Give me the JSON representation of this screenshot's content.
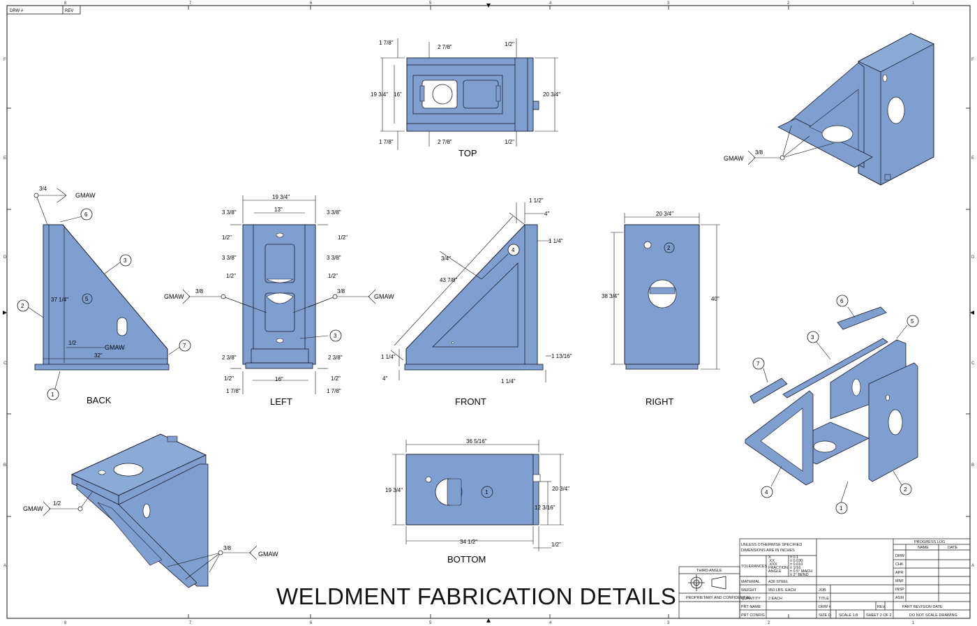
{
  "drawing_title": "WELDMENT FABRICATION DETAILS",
  "header_cells": {
    "drw": "DRW #",
    "rev": "REV"
  },
  "zones": {
    "columns": [
      "8",
      "7",
      "6",
      "5",
      "4",
      "3",
      "2",
      "1"
    ],
    "rows": [
      "F",
      "E",
      "D",
      "C",
      "B",
      "A"
    ]
  },
  "views": {
    "top": "TOP",
    "back": "BACK",
    "left": "LEFT",
    "front": "FRONT",
    "right": "RIGHT",
    "bottom": "BOTTOM"
  },
  "weld_callouts": {
    "process": "GMAW",
    "size_3_4": "3/4",
    "size_1_2": "1/2",
    "size_3_8": "3/8"
  },
  "balloons": [
    "1",
    "2",
    "3",
    "4",
    "5",
    "6",
    "7"
  ],
  "dims_top": {
    "a": "1 7/8\"",
    "b": "2 7/8\"",
    "c": "1/2\"",
    "d": "19 3/4\"",
    "e": "16\"",
    "f": "20 3/4\""
  },
  "dims_back": {
    "height": "37 1/4\"",
    "width": "32\""
  },
  "dims_left": {
    "top": "19 3/4\"",
    "inner": "13\"",
    "side": "3 3/8\"",
    "half": "1/2\"",
    "bottom": "16\"",
    "low": "2 3/8\"",
    "foot": "1 7/8\""
  },
  "dims_front": {
    "top": "1 1/2\"",
    "four": "4\"",
    "q": "1 1/4\"",
    "diag": "43 7/8\"",
    "three_q": "3/4\"",
    "right": "1 13/16\""
  },
  "dims_right": {
    "width": "20 3/4\"",
    "height_a": "38 3/4\"",
    "height_b": "40\""
  },
  "dims_bottom": {
    "top": "36 5/16\"",
    "left": "19 3/4\"",
    "right": "20 3/4\"",
    "inner": "12 3/16\"",
    "bottom": "34 1/2\"",
    "half": "1/2\""
  },
  "title_block": {
    "unless_line1": "UNLESS OTHERWISE SPECIFIED",
    "unless_line2": "DIMENSIONS ARE IN INCHES",
    "tolerances_label": "TOLERANCES",
    "tol_keys": [
      "X",
      ".XX",
      ".XXX",
      "FRACTION",
      "ANGLE"
    ],
    "tol_vals": [
      "± 0.1",
      "± 0.030",
      "± 0.010",
      "± 1/16",
      "± 0.5° MACH",
      "± 2° BEND"
    ],
    "third_angle": "THIRD ANGLE",
    "proprietary": "PROPRIETARY AND CONFIDENTIAL",
    "material_label": "MATERIAL",
    "material_value": "A36 STEEL",
    "weight_label": "WEIGHT",
    "weight_value": "950 LBS. EACH",
    "quantity_label": "QUANTITY",
    "quantity_value": "2 EACH",
    "prt_name": "PRT NAME",
    "prt_config": "PRT CONFIG",
    "job": "JOB",
    "title": "TITLE",
    "drw": "DRW #",
    "rev": "REV",
    "size_label": "SIZE",
    "size_value": "D",
    "scale": "SCALE 1:8",
    "sheet": "SHEET 2 OF 2",
    "progress_log": "PROGRESS LOG",
    "name_col": "NAME",
    "date_col": "DATE",
    "progress_rows": [
      "DRW",
      "CHK",
      "APR",
      "MNF",
      "INSP",
      "ASM"
    ],
    "part_revision": "PART REVISION DATE",
    "do_not_scale": "DO NOT SCALE DRAWING"
  },
  "colors": {
    "part_fill": "#7f9fd0",
    "part_stroke": "#1a1a2a",
    "line": "#111111"
  }
}
